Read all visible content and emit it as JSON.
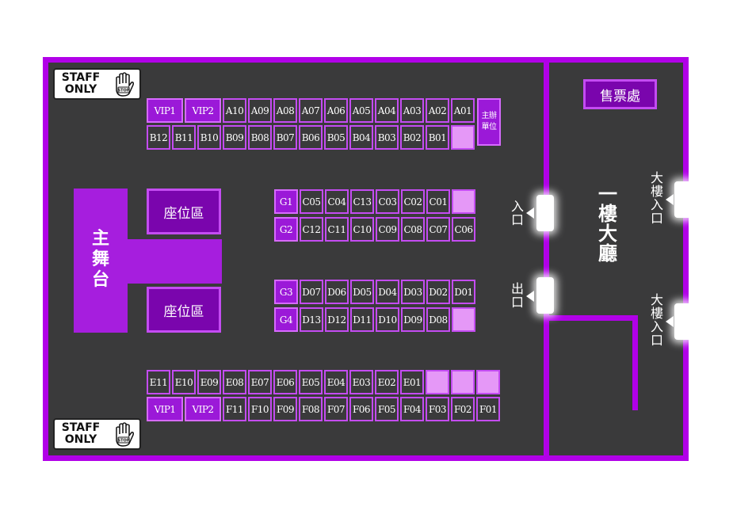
{
  "staff_sign": {
    "line1": "STAFF",
    "line2": "ONLY",
    "hand_text": "STOP",
    "icon": "stop-hand-icon"
  },
  "stage": {
    "label": "主舞台"
  },
  "zones": {
    "upper": "座位區",
    "lower": "座位區"
  },
  "ticket_office": "售票處",
  "lobby": {
    "title": "一樓大廳"
  },
  "doors": {
    "entrance": "入口",
    "exit": "出口",
    "building_entrance_top": "大樓入口",
    "building_entrance_bottom": "大樓入口"
  },
  "rows": {
    "A": [
      "VIP1",
      "VIP2",
      "A10",
      "A09",
      "A08",
      "A07",
      "A06",
      "A05",
      "A04",
      "A03",
      "A02",
      "A01"
    ],
    "organizer": "主辦單位",
    "B": [
      "B12",
      "B11",
      "B10",
      "B09",
      "B08",
      "B07",
      "B06",
      "B05",
      "B04",
      "B03",
      "B02",
      "B01",
      ""
    ],
    "C1": [
      "G1",
      "C05",
      "C04",
      "C13",
      "C03",
      "C02",
      "C01",
      ""
    ],
    "C2": [
      "G2",
      "C12",
      "C11",
      "C10",
      "C09",
      "C08",
      "C07",
      "C06"
    ],
    "D1": [
      "G3",
      "D07",
      "D06",
      "D05",
      "D04",
      "D03",
      "D02",
      "D01"
    ],
    "D2": [
      "G4",
      "D13",
      "D12",
      "D11",
      "D10",
      "D09",
      "D08",
      ""
    ],
    "E": [
      "E11",
      "E10",
      "E09",
      "E08",
      "E07",
      "E06",
      "E05",
      "E04",
      "E03",
      "E02",
      "E01",
      "",
      "",
      ""
    ],
    "F": [
      "VIP1",
      "VIP2",
      "F11",
      "F10",
      "F09",
      "F08",
      "F07",
      "F06",
      "F05",
      "F04",
      "F03",
      "F02",
      "F01"
    ]
  },
  "colors": {
    "wall": "#b100e8",
    "floor": "#3a3a3b",
    "seat_border": "#c44cf2",
    "vip_fill": "#9b19d8",
    "empty_seat": "#e598f7"
  }
}
